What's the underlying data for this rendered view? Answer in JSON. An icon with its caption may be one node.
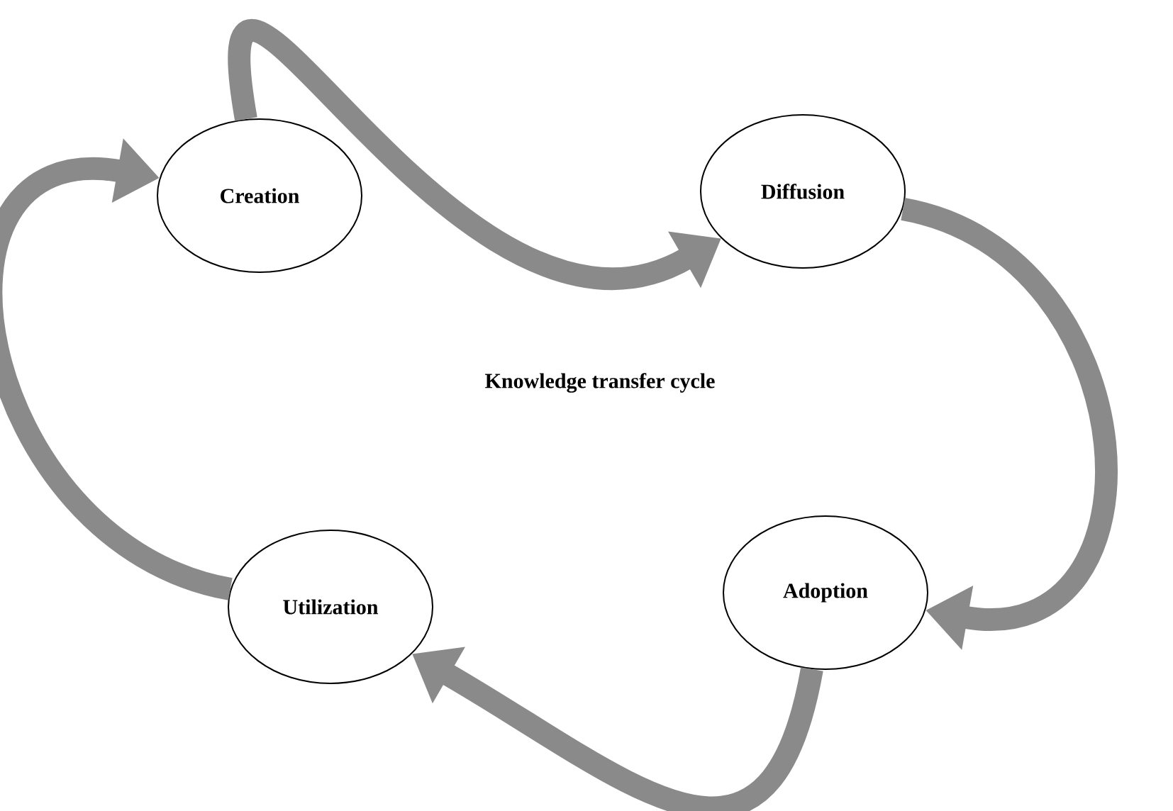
{
  "diagram": {
    "nodes": [
      {
        "text": [
          "Creation"
        ]
      },
      {
        "text": [
          "Diffusion"
        ]
      },
      {
        "text": [
          "Adoption"
        ]
      },
      {
        "text": [
          "Utilization"
        ]
      }
    ],
    "edges": [
      {
        "from": 0,
        "to": 1,
        "arrow": "to"
      },
      {
        "from": 1,
        "to": 2,
        "arrow": "to"
      },
      {
        "from": 2,
        "to": 3,
        "arrow": "to"
      },
      {
        "from": 3,
        "to": 0,
        "arrow": "to"
      }
    ],
    "labels": [
      "Knowledge transfer cycle"
    ]
  }
}
